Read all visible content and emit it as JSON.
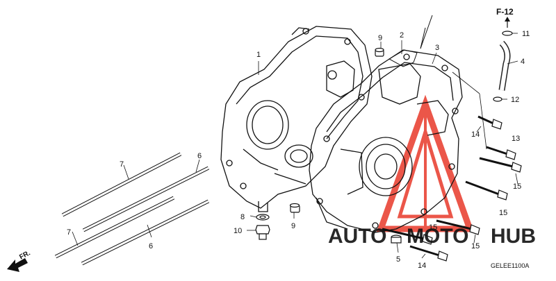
{
  "diagram": {
    "section_ref": "F-12",
    "drawing_code": "GELEE1100A",
    "front_indicator": "FR.",
    "watermark": {
      "text_left": "AUTO",
      "text_mid": "MOTO",
      "text_right": "HUB",
      "color": "#e8392a",
      "accent_color": "#f0a020"
    },
    "callouts": {
      "c1": "1",
      "c2": "2",
      "c3": "3",
      "c4": "4",
      "c5": "5",
      "c6a": "6",
      "c6b": "6",
      "c7a": "7",
      "c7b": "7",
      "c8": "8",
      "c9a": "9",
      "c9b": "9",
      "c10": "10",
      "c11": "11",
      "c12": "12",
      "c13": "13",
      "c14a": "14",
      "c14b": "14",
      "c15a": "15",
      "c15b": "15",
      "c15c": "15",
      "c15d": "15"
    }
  }
}
